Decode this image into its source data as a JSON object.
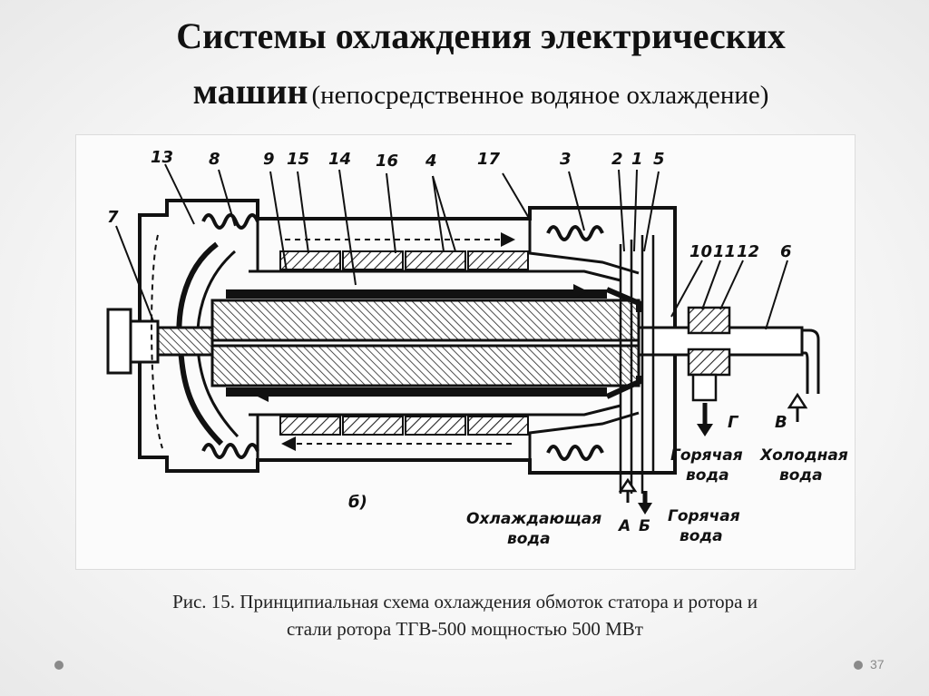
{
  "slide": {
    "title_main": "Системы охлаждения электрических",
    "title_main_2": "машин",
    "title_sub": "(непосредственное водяное охлаждение)",
    "caption_line1": "Рис. 15. Принципиальная схема охлаждения обмоток статора и ротора и",
    "caption_line2": "стали ротора ТГВ-500 мощностью 500 МВт",
    "page_number": "37"
  },
  "figure": {
    "part_numbers": [
      "13",
      "8",
      "9",
      "15",
      "14",
      "16",
      "4",
      "17",
      "3",
      "2",
      "1",
      "5",
      "7",
      "10",
      "11",
      "12",
      "6"
    ],
    "view_label": "б)",
    "letters": {
      "A": "А",
      "B": "Б",
      "V": "В",
      "G": "Г"
    },
    "labels": {
      "hot_water_1a": "Горячая",
      "hot_water_1b": "вода",
      "cold_water_a": "Холодная",
      "cold_water_b": "вода",
      "cooling_water_a": "Охлаждающая",
      "cooling_water_b": "вода",
      "hot_water_2a": "Горячая",
      "hot_water_2b": "вода"
    }
  }
}
